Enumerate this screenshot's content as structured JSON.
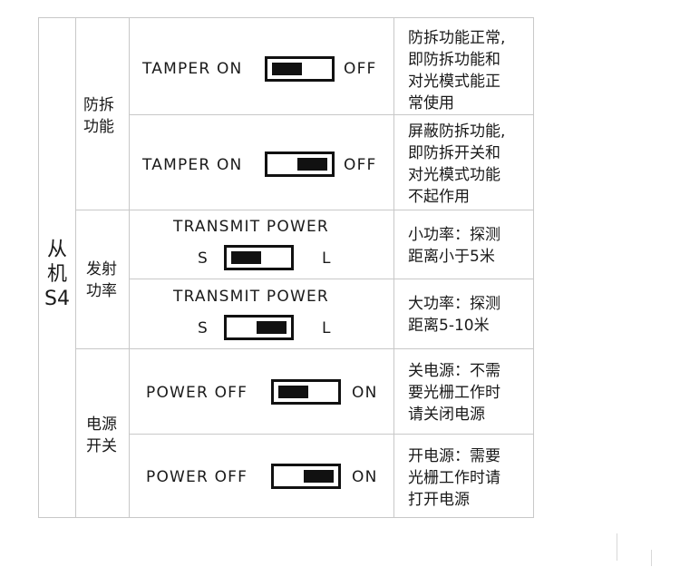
{
  "master": {
    "line1": "从",
    "line2": "机",
    "line3": "S4"
  },
  "groups": [
    {
      "name_line1": "防拆",
      "name_line2": "功能"
    },
    {
      "name_line1": "发射",
      "name_line2": "功率"
    },
    {
      "name_line1": "电源",
      "name_line2": "开关"
    }
  ],
  "rows": [
    {
      "left_label": "TAMPER ON",
      "right_label": "OFF",
      "knob_position": "left",
      "desc": [
        "防拆功能正常,",
        "即防拆功能和",
        "对光模式能正",
        "常使用"
      ]
    },
    {
      "left_label": "TAMPER ON",
      "right_label": "OFF",
      "knob_position": "right",
      "desc": [
        "屏蔽防拆功能,",
        "即防拆开关和",
        "对光模式功能",
        "不起作用"
      ]
    },
    {
      "title": "TRANSMIT POWER",
      "left_label": "S",
      "right_label": "L",
      "knob_position": "left",
      "desc": [
        "小功率：探测",
        "距离小于5米"
      ]
    },
    {
      "title": "TRANSMIT POWER",
      "left_label": "S",
      "right_label": "L",
      "knob_position": "right",
      "desc": [
        "大功率：探测",
        "距离5-10米"
      ]
    },
    {
      "left_label": "POWER OFF",
      "right_label": "ON",
      "knob_position": "left",
      "desc": [
        "关电源：不需",
        "要光栅工作时",
        "请关闭电源"
      ]
    },
    {
      "left_label": "POWER OFF",
      "right_label": "ON",
      "knob_position": "right",
      "desc": [
        "开电源：需要",
        "光栅工作时请",
        "打开电源"
      ]
    }
  ]
}
